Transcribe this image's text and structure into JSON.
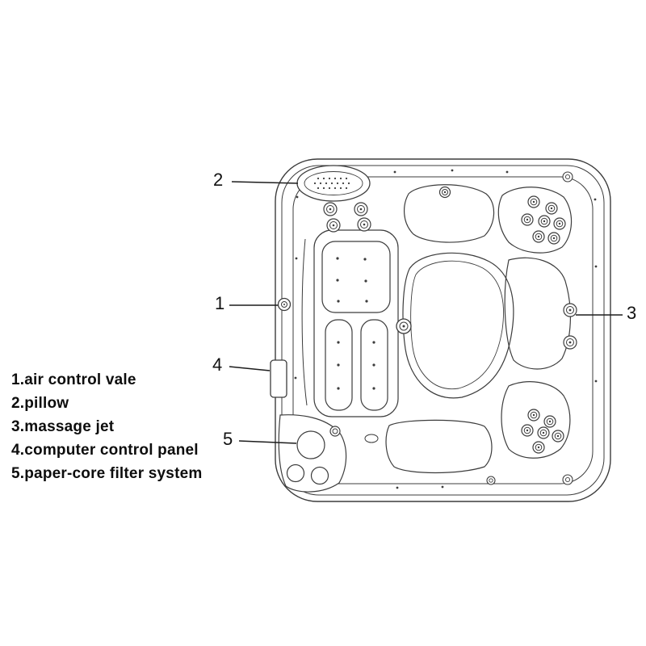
{
  "colors": {
    "ink": "#3c3c3c",
    "text": "#111111"
  },
  "legend": {
    "items": [
      {
        "text": "1.air control vale"
      },
      {
        "text": "2.pillow"
      },
      {
        "text": "3.massage jet"
      },
      {
        "text": "4.computer control panel"
      },
      {
        "text": "5.paper-core filter system"
      }
    ]
  },
  "callouts": {
    "n1": "1",
    "n2": "2",
    "n3": "3",
    "n4": "4",
    "n5": "5"
  }
}
